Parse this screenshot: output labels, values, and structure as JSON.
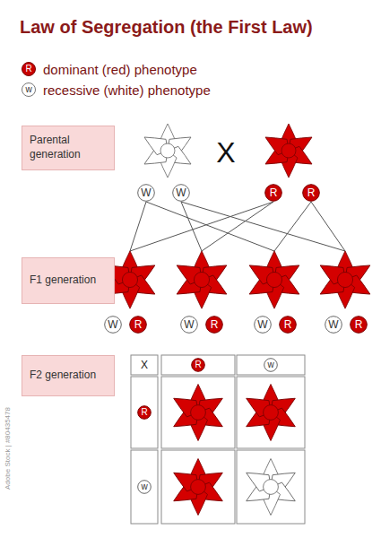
{
  "diagram": {
    "title": "Law of Segregation (the First Law)",
    "nodes": [
      {
        "text": [
          "Parental generation"
        ]
      },
      {
        "text": [
          "W"
        ]
      },
      {
        "text": [
          "W"
        ]
      },
      {
        "text": [
          "R"
        ]
      },
      {
        "text": [
          "R"
        ]
      },
      {
        "text": [
          "F1 generation"
        ]
      },
      {
        "text": [
          "W"
        ]
      },
      {
        "text": [
          "R"
        ]
      },
      {
        "text": [
          "W"
        ]
      },
      {
        "text": [
          "R"
        ]
      },
      {
        "text": [
          "W"
        ]
      },
      {
        "text": [
          "R"
        ]
      },
      {
        "text": [
          "W"
        ]
      },
      {
        "text": [
          "R"
        ]
      },
      {
        "text": [
          "F2 generation"
        ]
      },
      {
        "text": [
          "R"
        ]
      },
      {
        "text": [
          "w"
        ]
      },
      {
        "text": [
          "R"
        ]
      },
      {
        "text": [
          "w"
        ]
      }
    ],
    "labels": [
      "R",
      "w",
      "X",
      "X",
      "Adobe Stock | #80435478"
    ],
    "legend": [
      {
        "text": "dominant (red) phenotype",
        "color": "#c80000"
      },
      {
        "text": "recessive (white) phenotype",
        "color": "#ffffff"
      }
    ]
  }
}
